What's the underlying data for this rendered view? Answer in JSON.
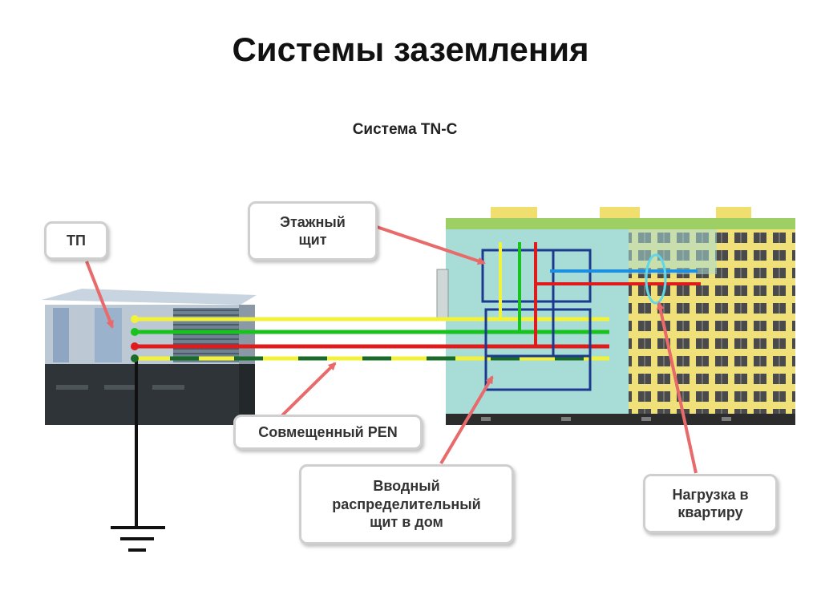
{
  "title": "Системы заземления",
  "subtitle": "Система TN-C",
  "labels": {
    "tp": "ТП",
    "floor_panel": "Этажный\nщит",
    "pen": "Совмещенный PEN",
    "input_panel": "Вводный\nраспределительный\nщит в дом",
    "load": "Нагрузка в\nквартиру"
  },
  "colors": {
    "yellow_wire": "#f2f23a",
    "green_wire": "#19c21c",
    "red_wire": "#e01b1b",
    "pen_dark_green": "#1a6b2a",
    "blue_wire": "#1d8fe0",
    "arrow": "#e86a6a",
    "panel_outline": "#1d3a8f",
    "building_wall": "#a8dcd6",
    "building_yellow": "#f0de6e",
    "building_roof": "#9ecf64"
  }
}
